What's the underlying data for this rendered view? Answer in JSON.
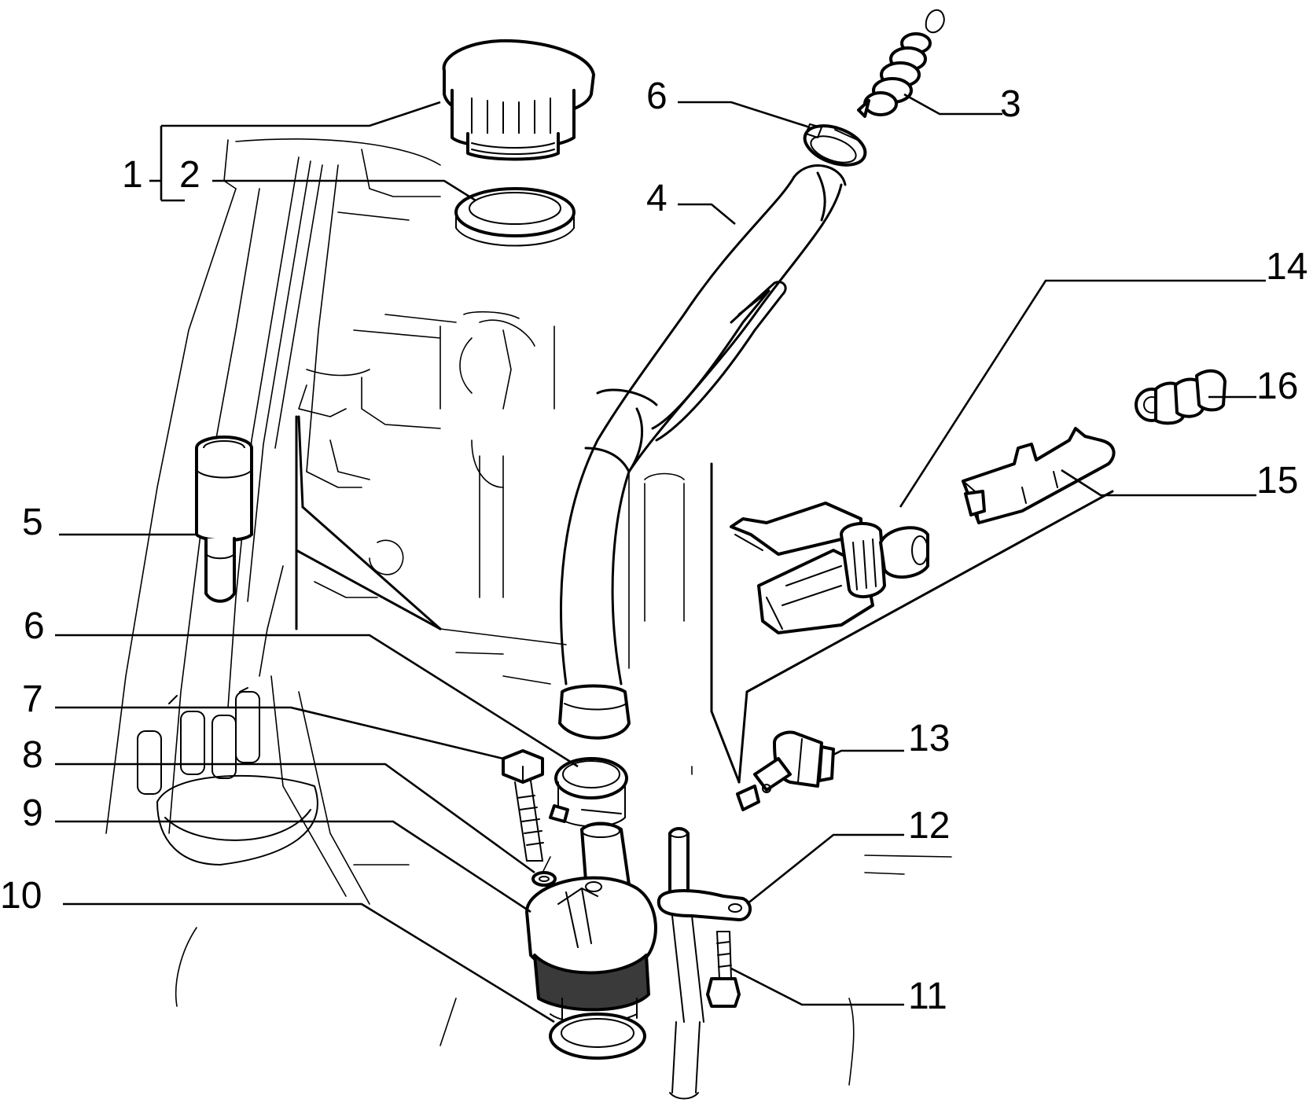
{
  "diagram": {
    "callouts": [
      {
        "id": "1",
        "label": "1"
      },
      {
        "id": "2",
        "label": "2"
      },
      {
        "id": "3",
        "label": "3"
      },
      {
        "id": "4",
        "label": "4"
      },
      {
        "id": "5",
        "label": "5"
      },
      {
        "id": "6a",
        "label": "6"
      },
      {
        "id": "6b",
        "label": "6"
      },
      {
        "id": "7",
        "label": "7"
      },
      {
        "id": "8",
        "label": "8"
      },
      {
        "id": "9",
        "label": "9"
      },
      {
        "id": "10",
        "label": "10"
      },
      {
        "id": "11",
        "label": "11"
      },
      {
        "id": "12",
        "label": "12"
      },
      {
        "id": "13",
        "label": "13"
      },
      {
        "id": "14",
        "label": "14"
      },
      {
        "id": "15",
        "label": "15"
      },
      {
        "id": "16",
        "label": "16"
      }
    ]
  }
}
